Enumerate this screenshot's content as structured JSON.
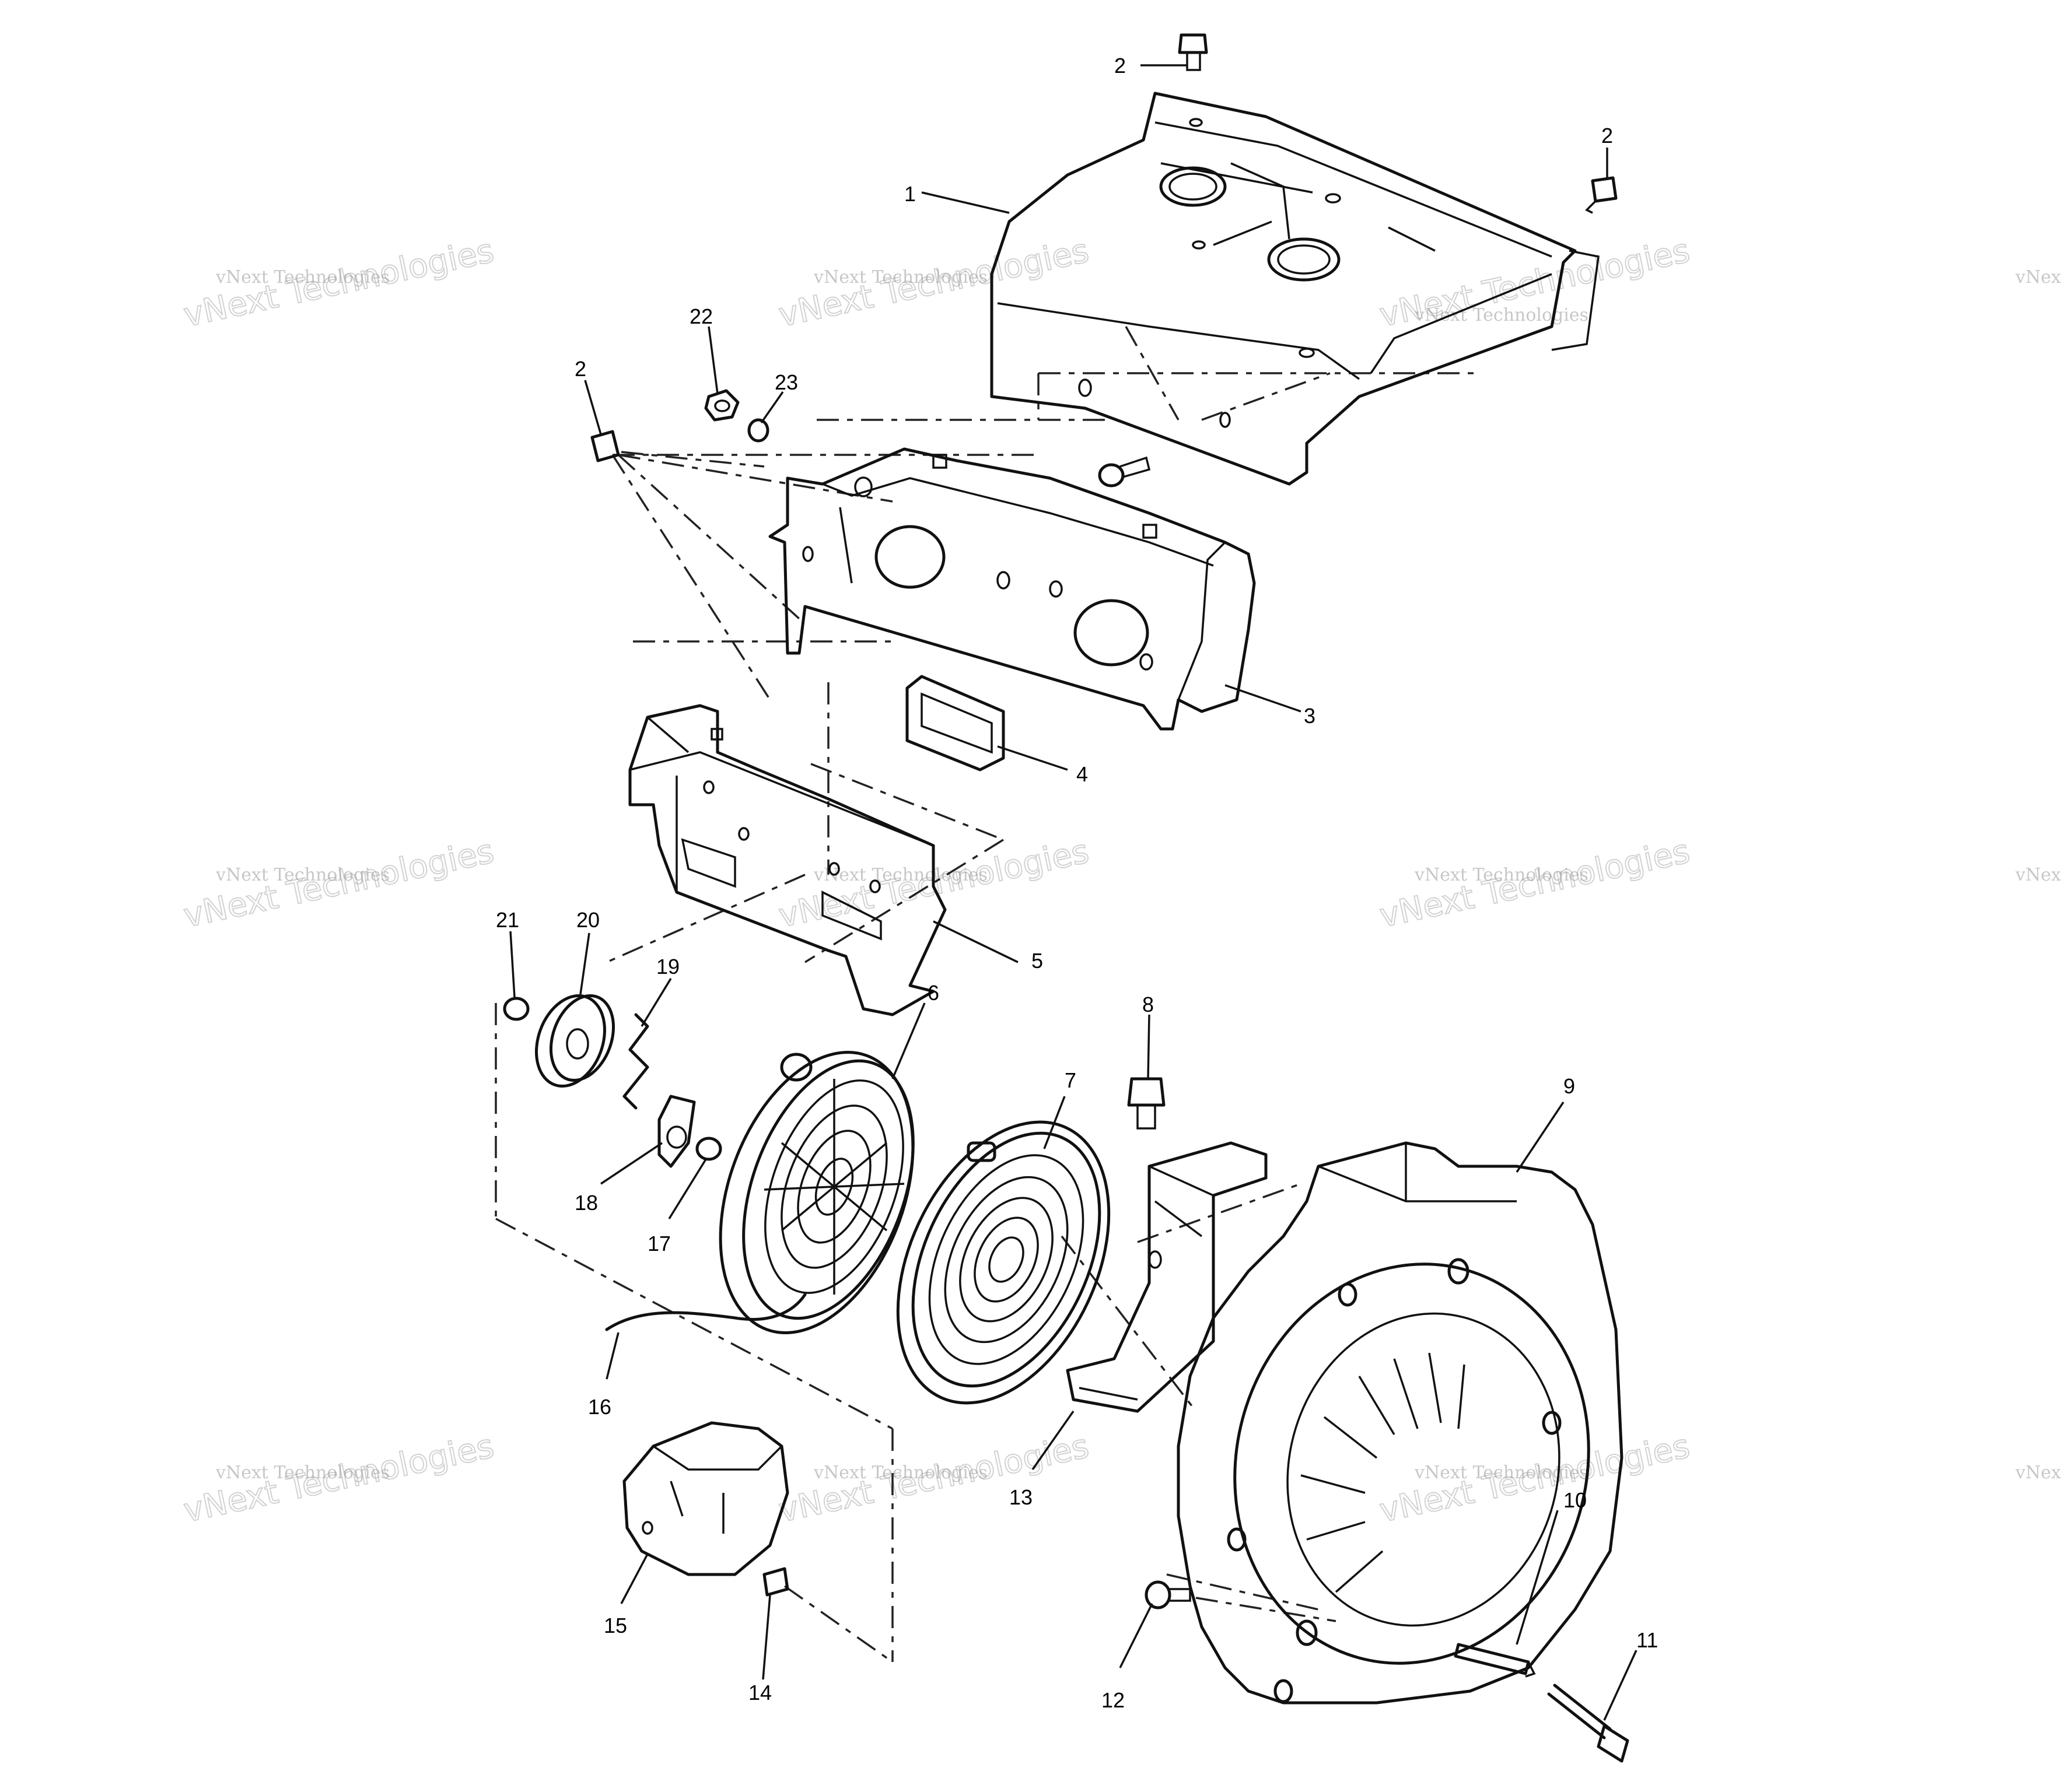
{
  "callouts": {
    "c1": "1",
    "c2a": "2",
    "c2b": "2",
    "c2c": "2",
    "c3": "3",
    "c4": "4",
    "c5": "5",
    "c6": "6",
    "c7": "7",
    "c8": "8",
    "c9": "9",
    "c10": "10",
    "c11": "11",
    "c12": "12",
    "c13": "13",
    "c14": "14",
    "c15": "15",
    "c16": "16",
    "c17": "17",
    "c18": "18",
    "c19": "19",
    "c20": "20",
    "c21": "21",
    "c22": "22",
    "c23": "23"
  },
  "watermark": {
    "line1": "vNext Technologies",
    "line2": "vNext Technologies",
    "line3": "vNext Technologies",
    "line4": "vNext Technologies",
    "line5": "vNext Technologies",
    "line6": "vNext Technologies",
    "line7": "vNext Technologies",
    "line8": "vNext Technologies",
    "line9": "vNext Technologies",
    "line10": "vNext Technologies",
    "line11": "vNext Technologies",
    "line12": "vNext Technologies"
  }
}
